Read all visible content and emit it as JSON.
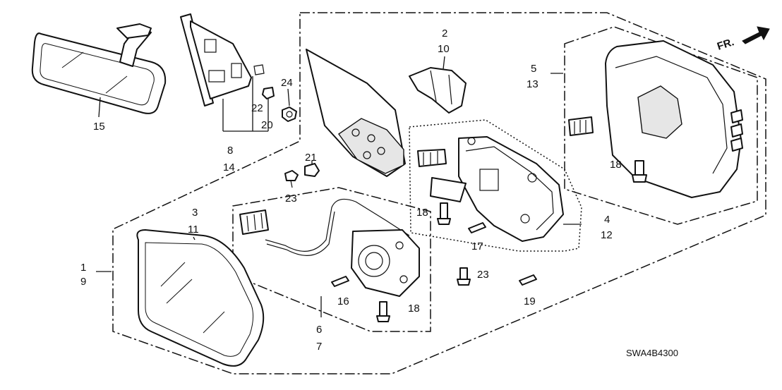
{
  "direction_label": "FR.",
  "diagram_code": "SWA4B4300",
  "callouts": {
    "c1": "1",
    "c9": "9",
    "c2": "2",
    "c10": "10",
    "c3": "3",
    "c11": "11",
    "c4": "4",
    "c12": "12",
    "c5": "5",
    "c13": "13",
    "c6": "6",
    "c7": "7",
    "c8": "8",
    "c14": "14",
    "c15": "15",
    "c16": "16",
    "c17": "17",
    "c18a": "18",
    "c18b": "18",
    "c18c": "18",
    "c19": "19",
    "c20": "20",
    "c21": "21",
    "c22": "22",
    "c23a": "23",
    "c23b": "23",
    "c24": "24"
  },
  "colors": {
    "line": "#111111",
    "background": "#ffffff"
  },
  "icons": {
    "direction_arrow": "arrow-right-icon"
  }
}
